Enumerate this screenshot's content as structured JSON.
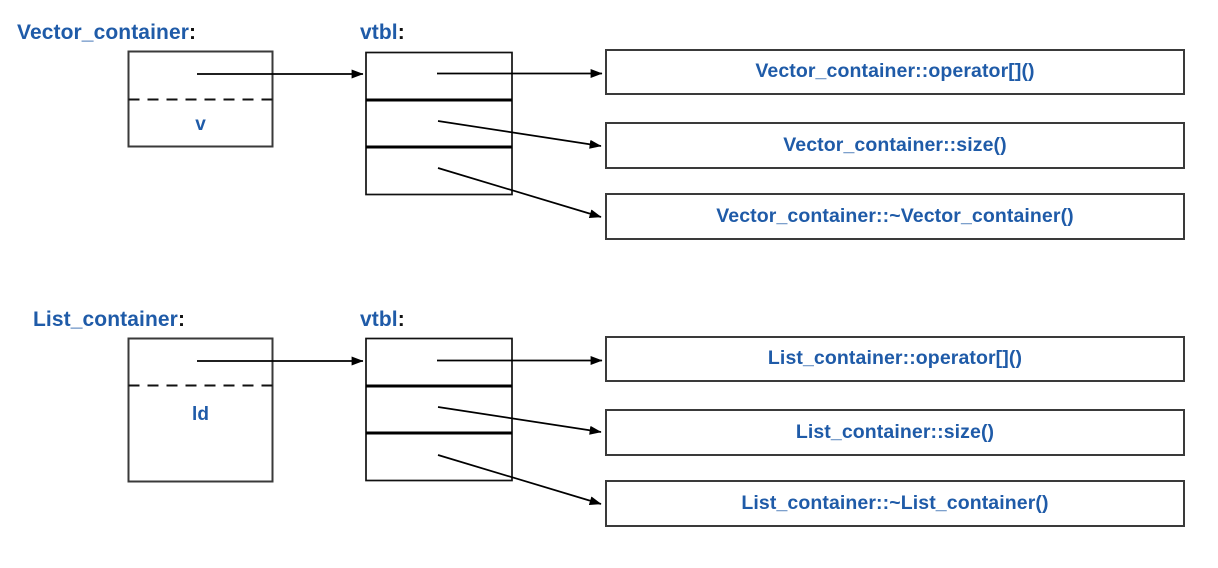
{
  "diagram": {
    "title_color": "#1f5ba8",
    "line_color": "#000000",
    "box_border_color": "#3a3a3a",
    "background": "#ffffff"
  },
  "groups": [
    {
      "id": "vector",
      "object_label": "Vector_container",
      "object_label_colon": ":",
      "vtbl_label": "vtbl",
      "vtbl_label_colon": ":",
      "member_field": "v",
      "vtbl_slots": [
        "vptr-slot-0",
        "vptr-slot-1",
        "vptr-slot-2"
      ],
      "functions": [
        "Vector_container::operator[]()",
        "Vector_container::size()",
        "Vector_container::~Vector_container()"
      ]
    },
    {
      "id": "list",
      "object_label": "List_container",
      "object_label_colon": ":",
      "vtbl_label": "vtbl",
      "vtbl_label_colon": ":",
      "member_field": "ld",
      "vtbl_slots": [
        "vptr-slot-0",
        "vptr-slot-1",
        "vptr-slot-2"
      ],
      "functions": [
        "List_container::operator[]()",
        "List_container::size()",
        "List_container::~List_container()"
      ]
    }
  ]
}
